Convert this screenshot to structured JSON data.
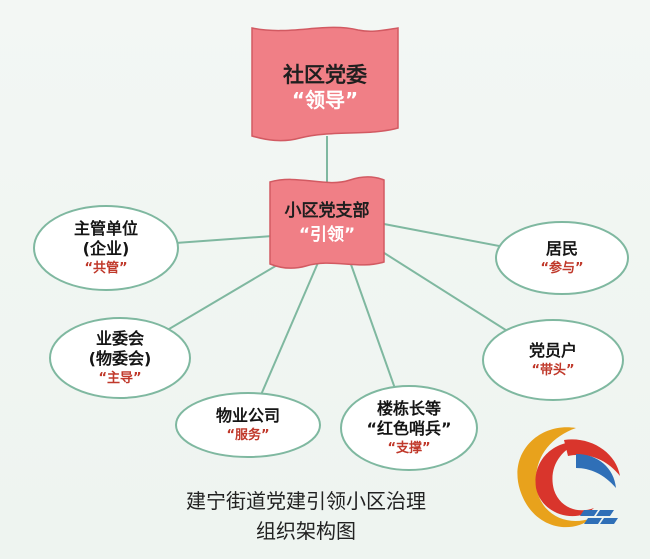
{
  "colors": {
    "flag_fill": "#f07f86",
    "flag_stroke": "#d25a62",
    "line": "#7fb8a0",
    "ellipse_stroke": "#7fb8a0",
    "role_text": "#c0392b"
  },
  "top_flag": {
    "title": "社区党委",
    "role": "“领导”"
  },
  "center_flag": {
    "title": "小区党支部",
    "role": "“引领”"
  },
  "nodes": [
    {
      "id": "employer",
      "lines": [
        "主管单位",
        "(企业)"
      ],
      "role": "“共管”"
    },
    {
      "id": "owners-committee",
      "lines": [
        "业委会",
        "(物委会)"
      ],
      "role": "“主导”"
    },
    {
      "id": "property-company",
      "lines": [
        "物业公司"
      ],
      "role": "“服务”"
    },
    {
      "id": "building-leaders",
      "lines": [
        "楼栋长等",
        "“红色哨兵”"
      ],
      "role": "“支撑”"
    },
    {
      "id": "party-households",
      "lines": [
        "党员户"
      ],
      "role": "“带头”"
    },
    {
      "id": "residents",
      "lines": [
        "居民"
      ],
      "role": "“参与”"
    }
  ],
  "caption": {
    "line1": "建宁街道党建引领小区治理",
    "line2": "组织架构图"
  },
  "logo": {
    "icon": "swirl-logo-icon"
  }
}
